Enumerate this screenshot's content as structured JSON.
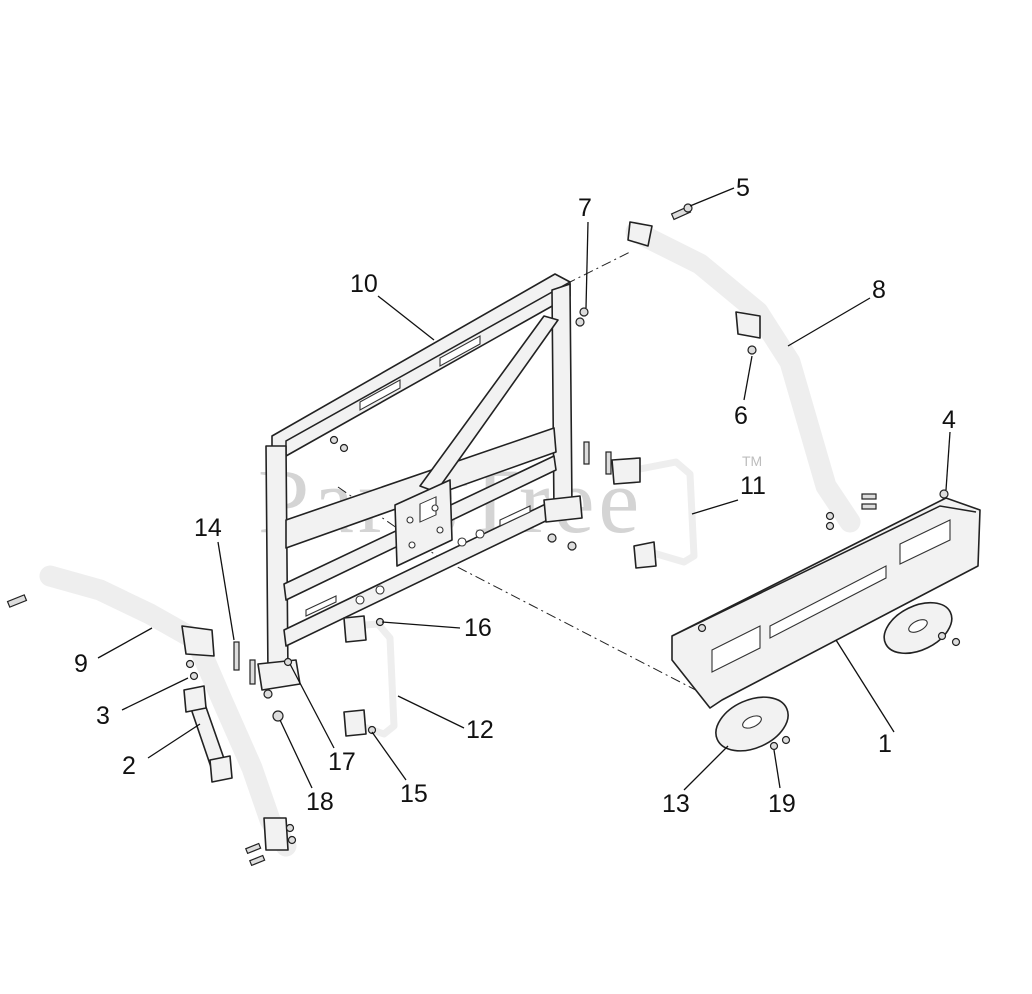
{
  "watermark": {
    "text": "PartsTree",
    "trademark": "TM"
  },
  "callouts": [
    "1",
    "2",
    "3",
    "4",
    "5",
    "6",
    "7",
    "8",
    "9",
    "10",
    "11",
    "12",
    "13",
    "14",
    "15",
    "16",
    "17",
    "18",
    "19"
  ]
}
